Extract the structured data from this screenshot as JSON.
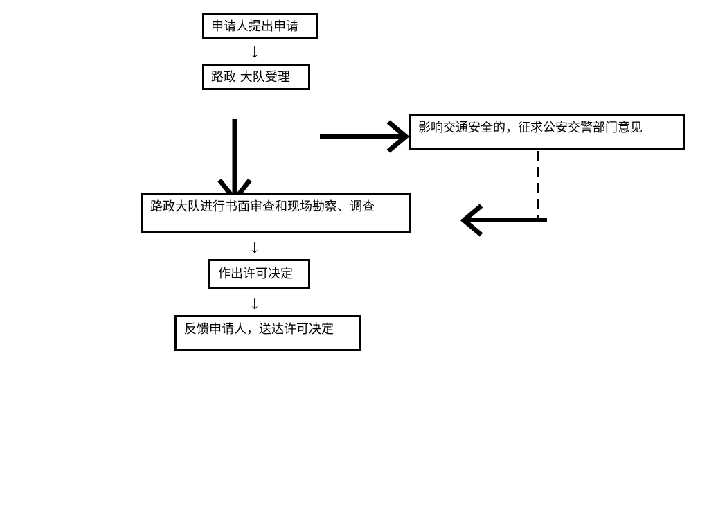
{
  "nodes": {
    "apply": "申请人提出申请",
    "accept": "路政 大队受理",
    "review": "路政大队进行书面审查和现场勘察、调查",
    "police": "影响交通安全的，征求公安交警部门意见",
    "decide": "作出许可决定",
    "feedback": "反馈申请人，送达许可决定"
  },
  "connectors": {
    "small_arrow": "↓"
  },
  "colors": {
    "stroke": "#000000",
    "background": "#ffffff"
  }
}
